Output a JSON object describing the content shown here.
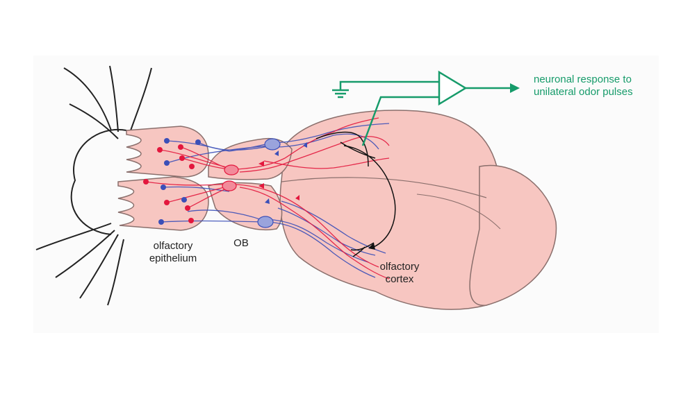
{
  "labels": {
    "epithelium_line1": "olfactory",
    "epithelium_line2": "epithelium",
    "ob": "OB",
    "cortex_line1": "olfactory",
    "cortex_line2": "cortex",
    "response_line1": "neuronal response to",
    "response_line2": "unilateral odor pulses"
  },
  "colors": {
    "brain_fill": "#f7c6c1",
    "brain_stroke": "#8a6f6c",
    "red_neuron": "#e3173d",
    "blue_neuron": "#3b4fb8",
    "recording": "#169b6a",
    "whisker": "#222222"
  }
}
